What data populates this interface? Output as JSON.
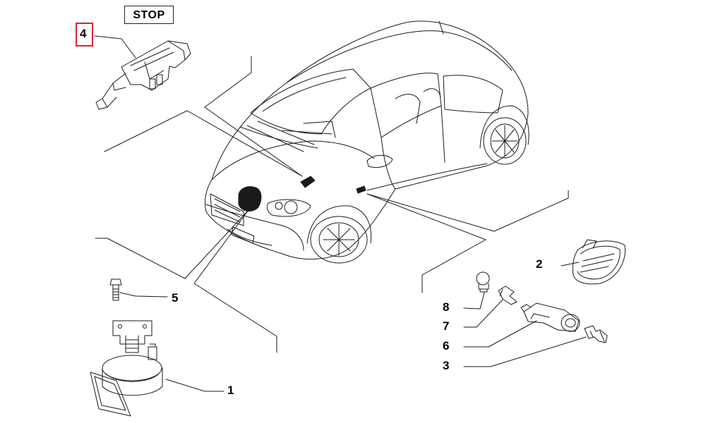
{
  "stop_label": "STOP",
  "callouts": {
    "c1": "1",
    "c2": "2",
    "c3": "3",
    "c4": "4",
    "c5": "5",
    "c6": "6",
    "c7": "7",
    "c8": "8"
  },
  "colors": {
    "highlight": "#e0242a",
    "line": "#1a1a1a",
    "fill_dark": "#1a1a1a"
  }
}
